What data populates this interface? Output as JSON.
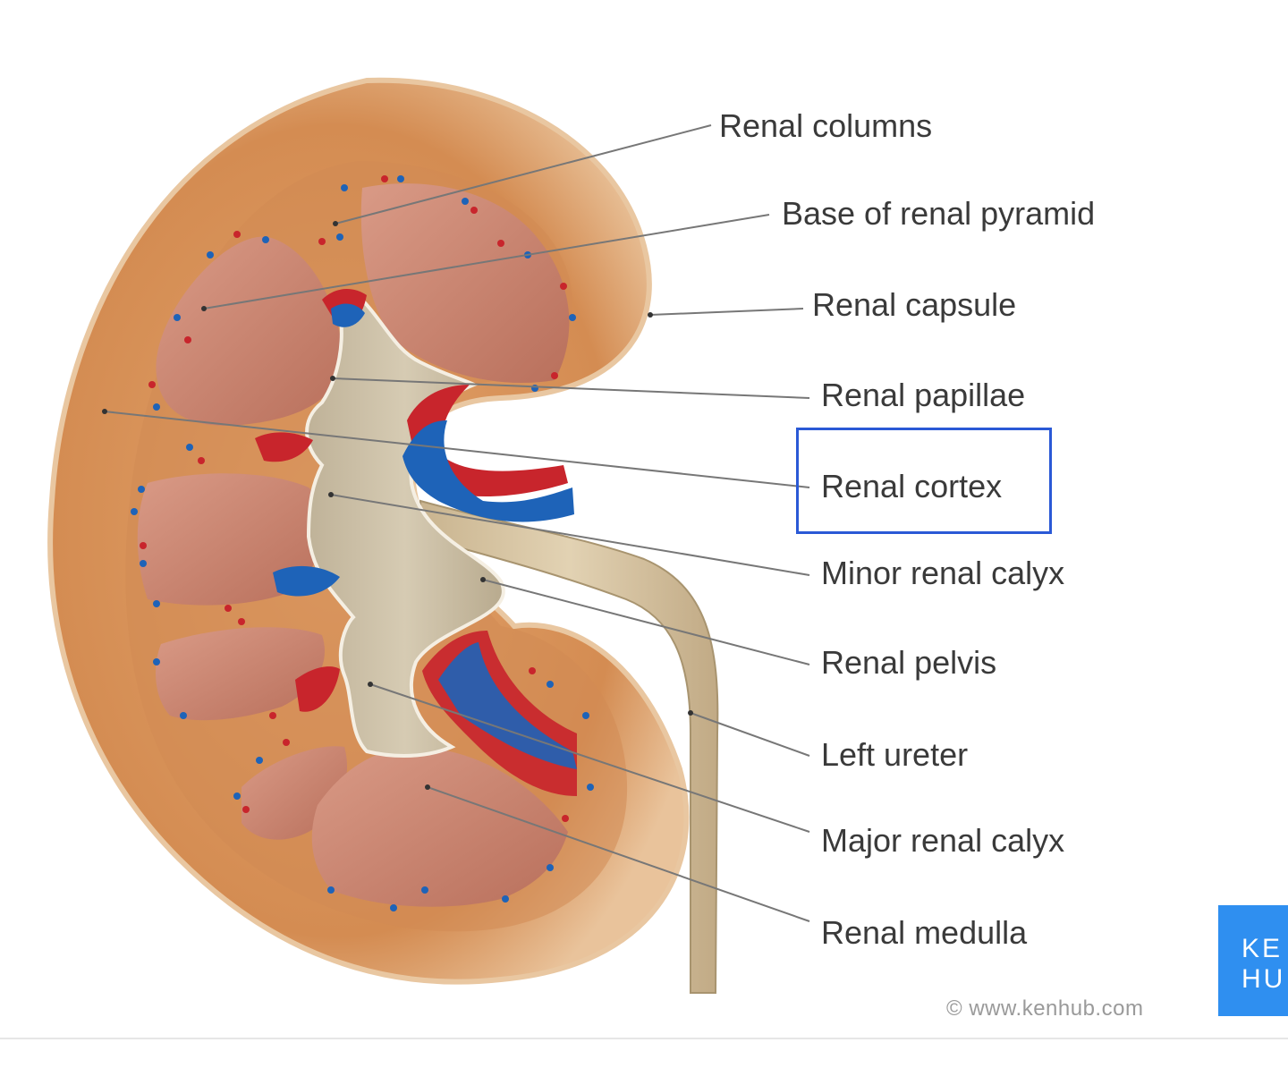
{
  "labels": [
    "Renal columns",
    "Base of renal pyramid",
    "Renal capsule",
    "Renal papillae",
    "Renal cortex",
    "Minor renal calyx",
    "Renal pelvis",
    "Left ureter",
    "Major renal calyx",
    "Renal medulla"
  ],
  "highlighted_label": "Renal cortex",
  "copyright": "© www.kenhub.com",
  "logo": {
    "line1": "KE",
    "line2": "HU"
  },
  "colors": {
    "cortex": "#d9955a",
    "capsule_edge": "#e7b98a",
    "pyramid": "#c9826c",
    "pelvis": "#cbbfa5",
    "artery": "#c8252c",
    "vein": "#1e63b8",
    "highlight_box": "#2a59d6",
    "brand_blue": "#2f8ff0",
    "leader_line": "#777777"
  }
}
